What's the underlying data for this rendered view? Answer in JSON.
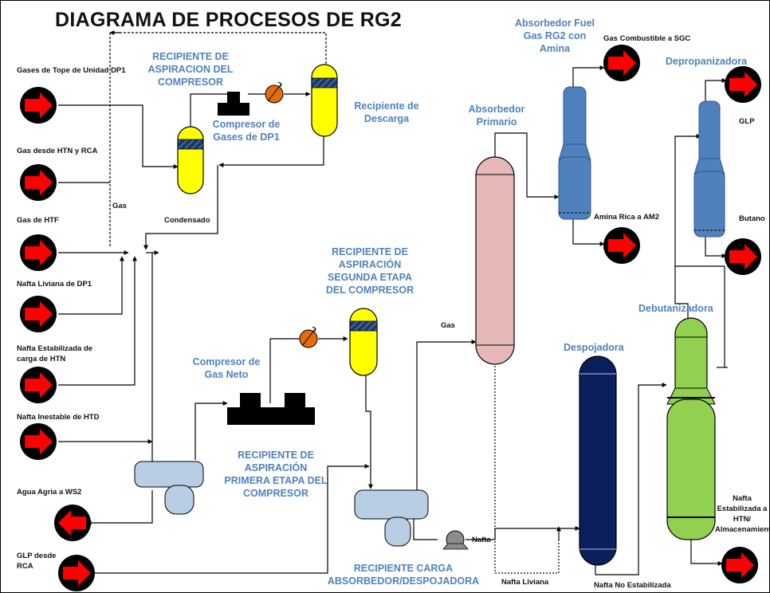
{
  "title": "DIAGRAMA DE PROCESOS DE RG2",
  "inputs": {
    "in1": "Gases de Tope de Unidad DP1",
    "in2": "Gas desde HTN y RCA",
    "in3": "Gas de HTF",
    "in4": "Nafta Liviana de DP1",
    "in5": "Nafta Estabilizada  de carga de HTN",
    "in6": "Nafta Inestable de HTD",
    "out_agua": "Agua Agria a WS2",
    "in_glp": "GLP desde RCA"
  },
  "equipment": {
    "rec_asp_compresor": "RECIPIENTE DE ASPIRACION DEL COMPRESOR",
    "compresor_dp1": "Compresor de Gases de DP1",
    "rec_descarga": "Recipiente de Descarga",
    "rec_asp_segunda": "RECIPIENTE DE ASPIRACIÓN SEGUNDA ETAPA DEL  COMPRESOR",
    "compresor_neto": "Compresor de Gas Neto",
    "rec_asp_primera": "RECIPIENTE DE ASPIRACIÓN PRIMERA ETAPA DEL  COMPRESOR",
    "rec_carga": "RECIPIENTE  CARGA ABSORBEDOR/DESPOJADORA",
    "absorbedor_primario": "Absorbedor Primario",
    "absorbedor_fuel": "Absorbedor Fuel Gas RG2 con Amina",
    "despojadora": "Despojadora",
    "debutanizadora": "Debutanizadora",
    "depropanizadora": "Depropanizadora"
  },
  "streams": {
    "gas": "Gas",
    "condensado": "Condensado",
    "gas2": "Gas",
    "nafta": "Nafta",
    "nafta_liviana": "Nafta Liviana",
    "nafta_no_est": "Nafta No Estabilizada",
    "gas_comb": "Gas Combustible a SGC",
    "amina_rica": "Amina Rica a AM2",
    "glp": "GLP",
    "butano": "Butano",
    "nafta_est_out": "Nafta Estabilizada a HTN/ Almacenamiento"
  },
  "colors": {
    "yellow": "#ffff00",
    "pink": "#e6b9b8",
    "blue_col": "#4f81bd",
    "navy": "#0b1f5c",
    "green": "#92d050",
    "vessel_gray": "#b9cde5",
    "arrow_red": "#ff0000",
    "cooler": "#e46c0a",
    "label_blue": "#4f81bd"
  },
  "icons": [
    "red-arrow-icon",
    "compressor-icon",
    "cooler-icon",
    "pump-icon"
  ]
}
